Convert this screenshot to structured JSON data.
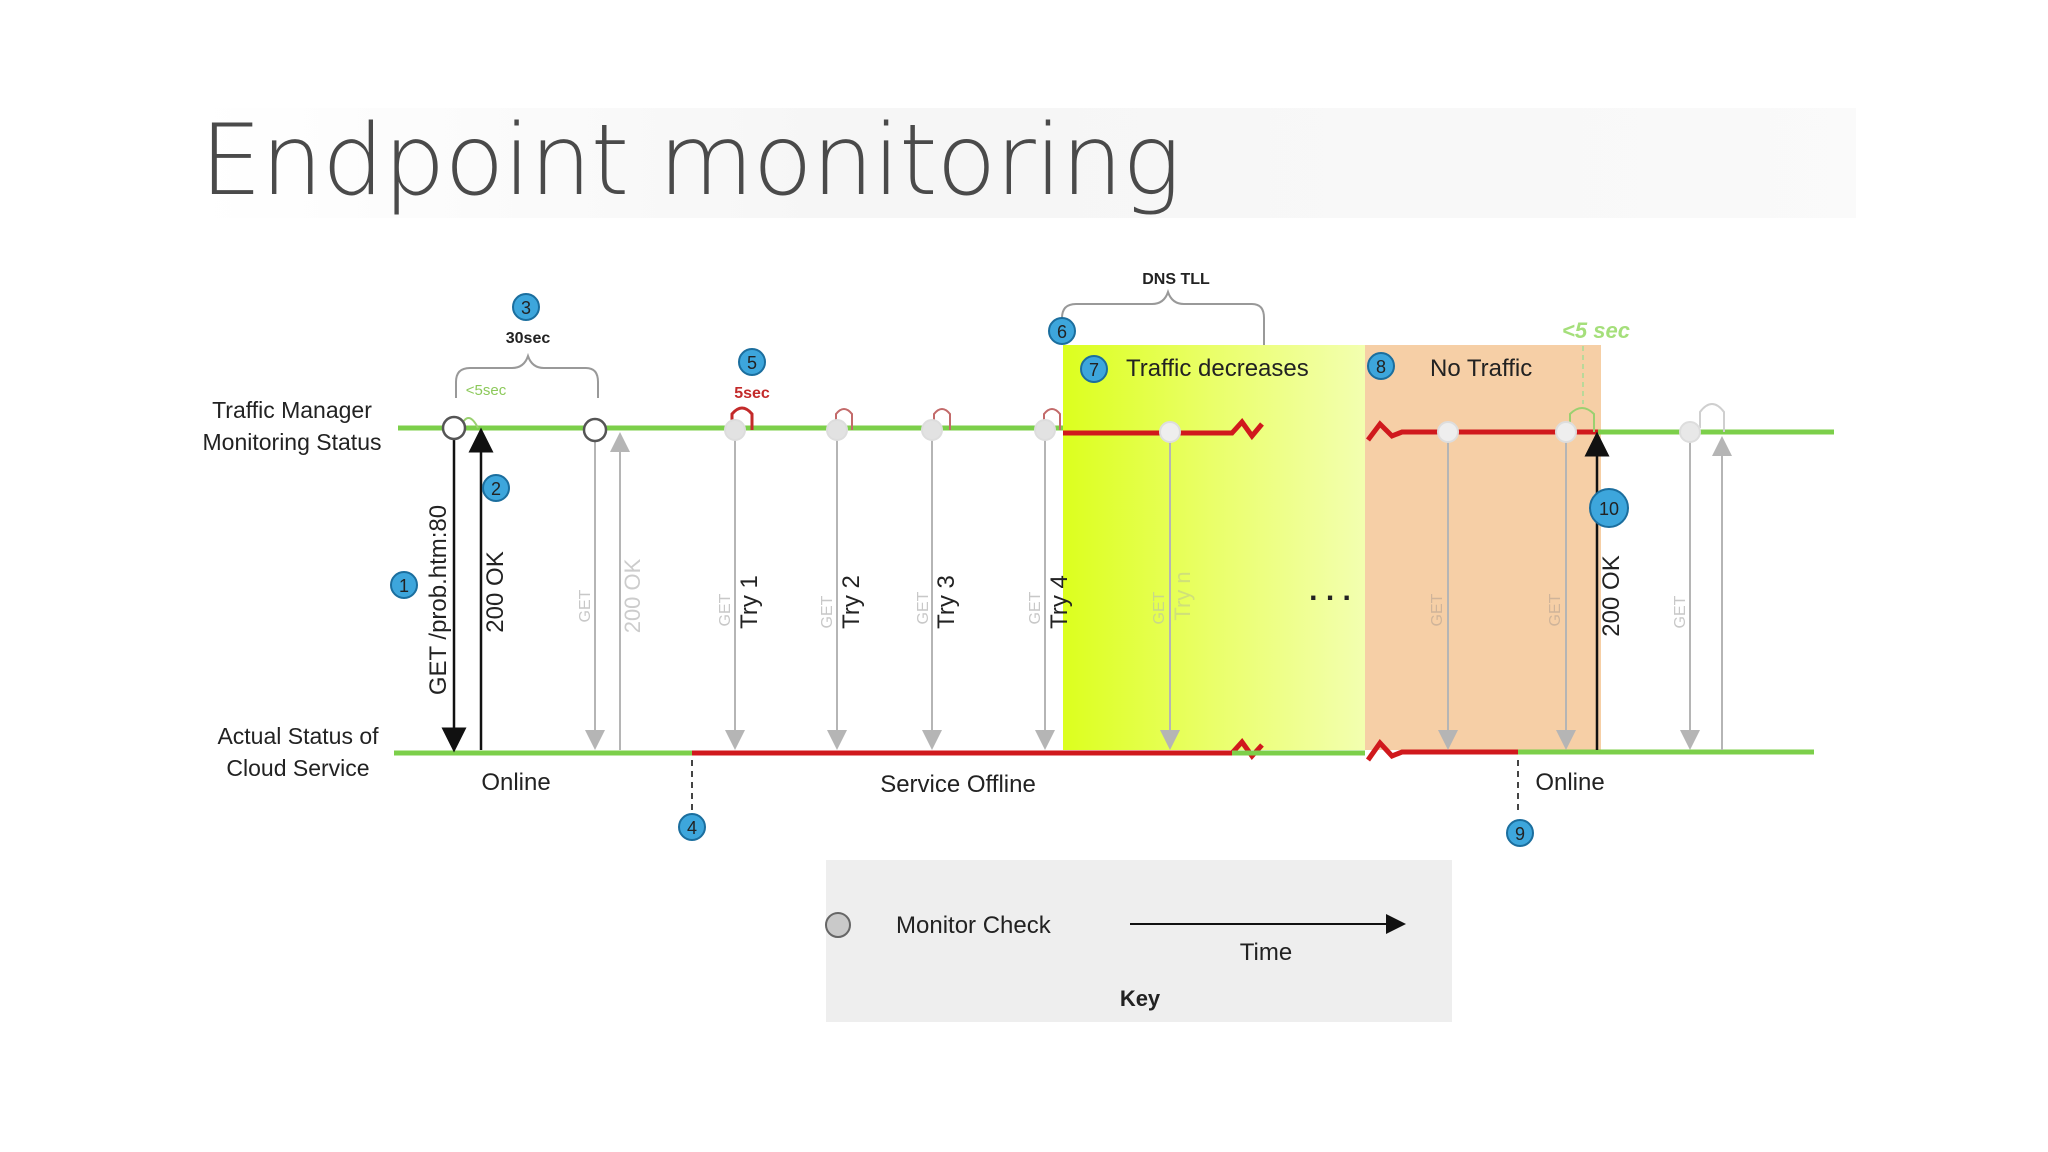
{
  "title": "Endpoint monitoring",
  "lanes": {
    "top_label_1": "Traffic Manager",
    "top_label_2": "Monitoring Status",
    "bottom_label_1": "Actual Status of",
    "bottom_label_2": "Cloud Service"
  },
  "annotations": {
    "interval_30": "30sec",
    "lt5_small": "<5sec",
    "probe_5": "5sec",
    "dns": "DNS TLL",
    "lt5_green": "<5 sec",
    "traffic_decreases": "Traffic decreases",
    "no_traffic": "No Traffic",
    "ellipsis": ". . ."
  },
  "arrows": {
    "get_probe": "GET /prob.htm:80",
    "ok_200": "200 OK",
    "get": "GET",
    "try1": "Try 1",
    "try2": "Try 2",
    "try3": "Try 3",
    "try4": "Try 4",
    "tryn": "Try n"
  },
  "status": {
    "online_left": "Online",
    "offline": "Service Offline",
    "online_right": "Online"
  },
  "markers": [
    "1",
    "2",
    "3",
    "4",
    "5",
    "6",
    "7",
    "8",
    "9",
    "10"
  ],
  "key": {
    "monitor_check": "Monitor Check",
    "time": "Time",
    "heading": "Key"
  },
  "colors": {
    "online": "#7ccf4a",
    "offline": "#d0191d",
    "marker": "#3da6dc",
    "yellow_zone": "#e8ff4a",
    "orange_zone": "#f6cfa6"
  }
}
